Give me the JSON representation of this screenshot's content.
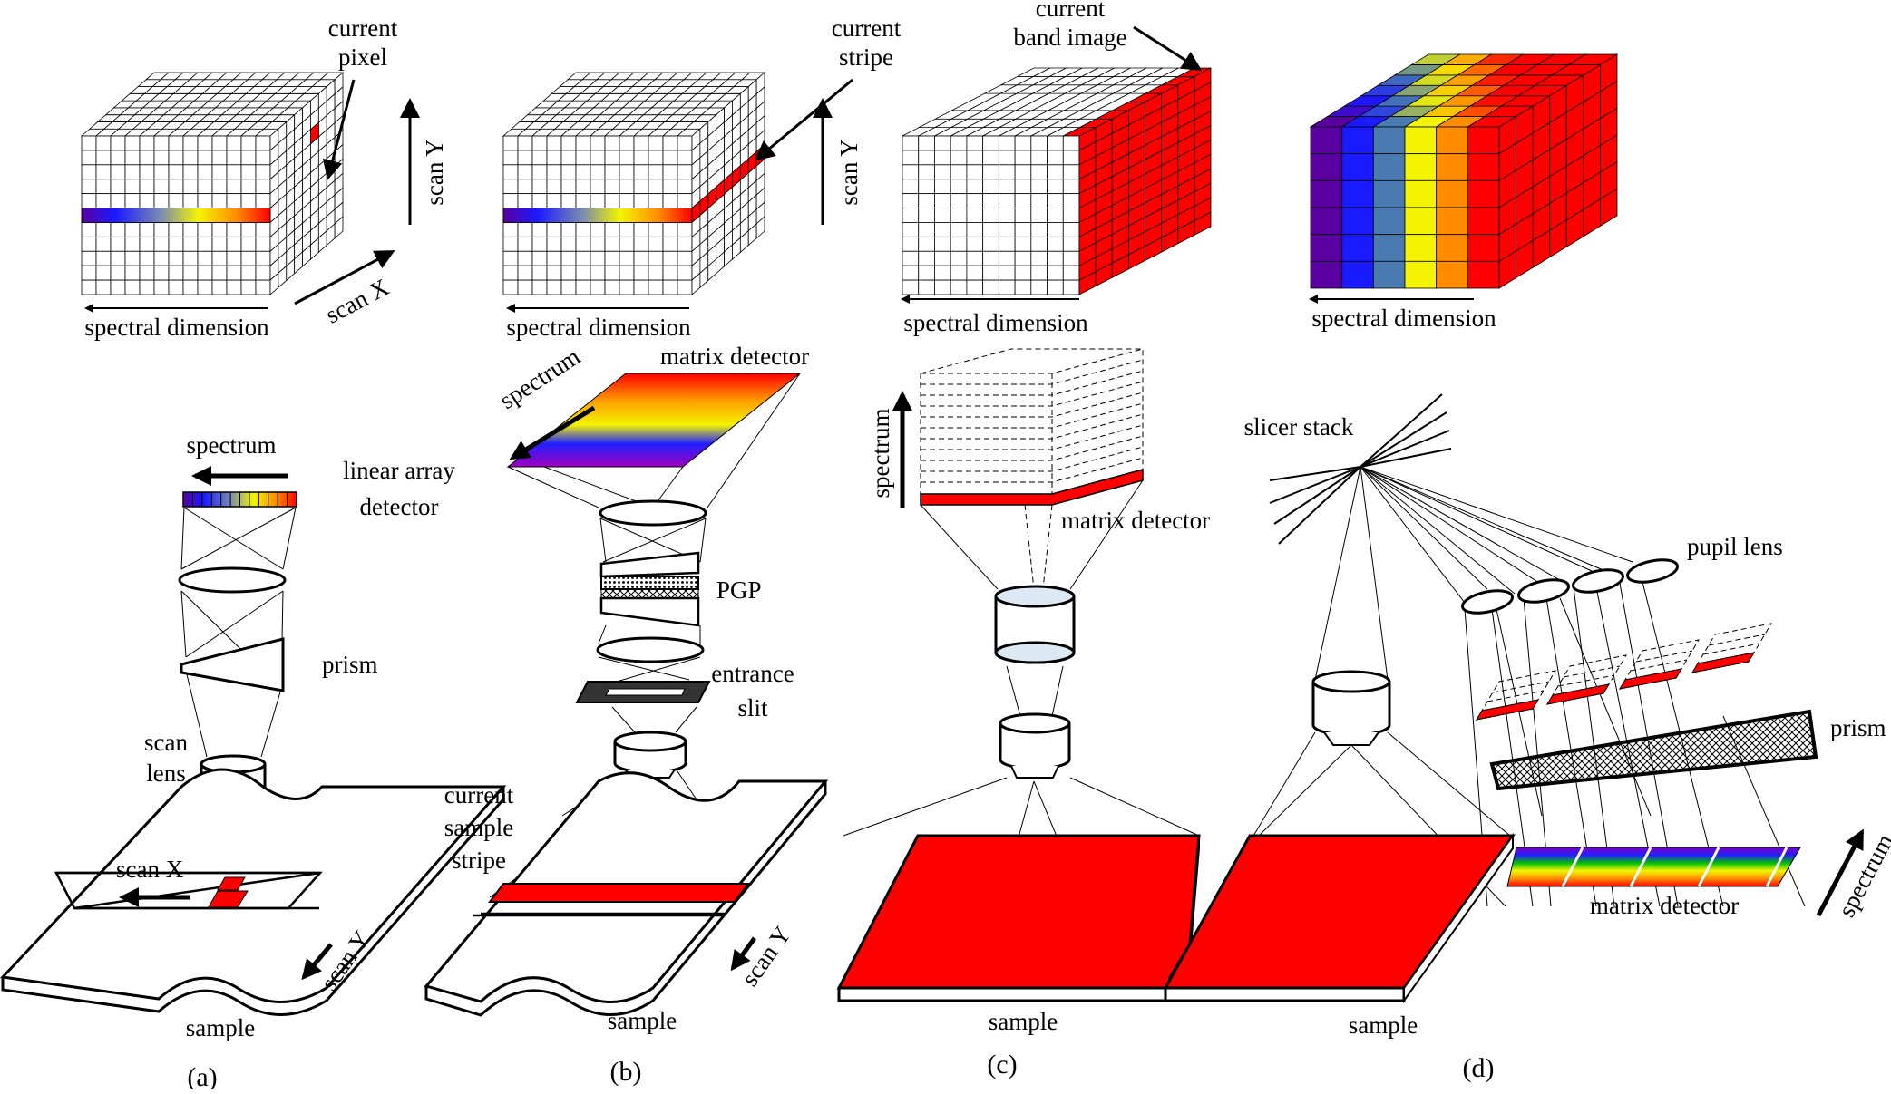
{
  "labels": {
    "current_pixel_1": "current",
    "current_pixel_2": "pixel",
    "current_stripe_1": "current",
    "current_stripe_2": "stripe",
    "current_band_1": "current",
    "current_band_2": "band image",
    "scan_y": "scan Y",
    "scan_x": "scan X",
    "spectral_dimension": "spectral dimension",
    "spectrum": "spectrum",
    "linear_array_1": "linear array",
    "linear_array_2": "detector",
    "prism": "prism",
    "scan_lens_1": "scan",
    "scan_lens_2": "lens",
    "sample": "sample",
    "matrix_detector": "matrix detector",
    "pgp": "PGP",
    "entrance_slit_1": "entrance",
    "entrance_slit_2": "slit",
    "current_sample_stripe_1": "current",
    "current_sample_stripe_2": "sample",
    "current_sample_stripe_3": "stripe",
    "slicer_stack": "slicer stack",
    "pupil_lens": "pupil lens"
  },
  "panels": {
    "a": "(a)",
    "b": "(b)",
    "c": "(c)",
    "d": "(d)"
  },
  "colors": {
    "highlight": "#ff0000",
    "spectrum_stops": [
      "#5a00a0",
      "#1a1aff",
      "#4a7bb0",
      "#f4f400",
      "#ff8c00",
      "#ff0000"
    ]
  }
}
